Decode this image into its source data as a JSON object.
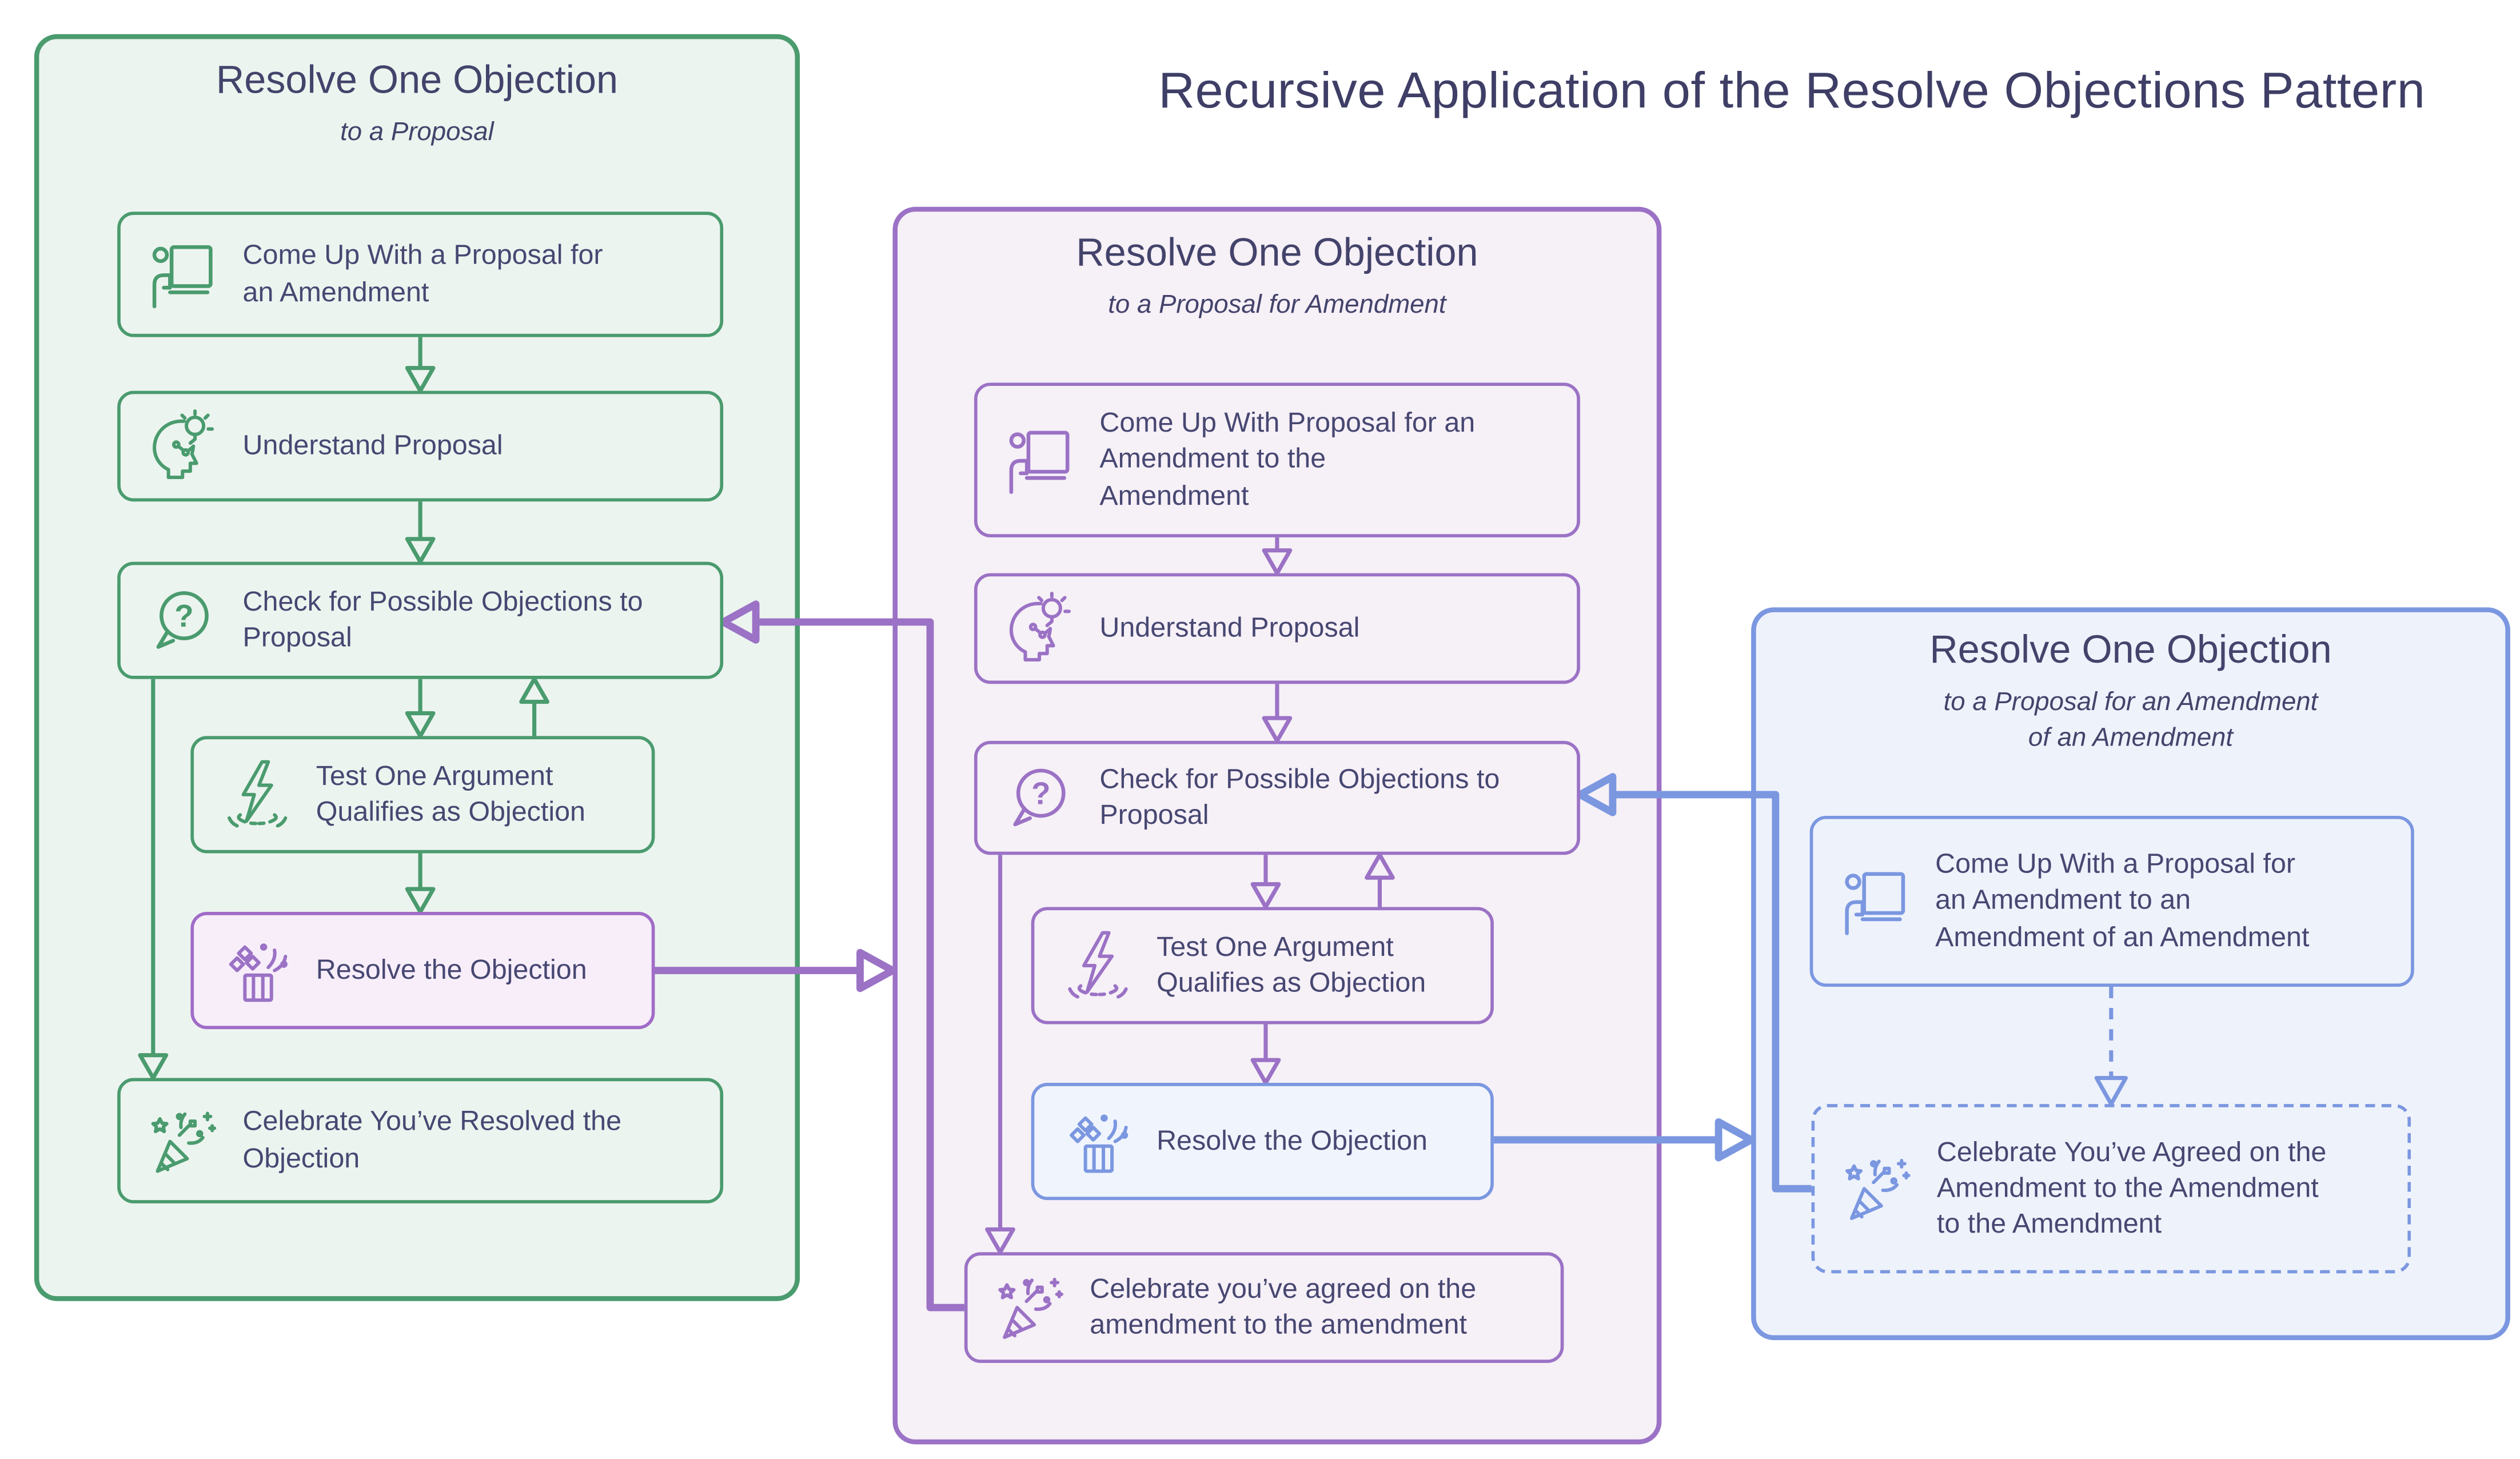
{
  "page_title": "Recursive Application of the Resolve Objections Pattern",
  "colors": {
    "green_accent": "#4a9b6e",
    "green_fill": "#ecf4ef",
    "purple_accent": "#9b72c5",
    "purple_fill": "#f6f0f7",
    "blue_accent": "#7b97e0",
    "blue_fill": "#eef2fb",
    "text": "#474772",
    "heading_text": "#43436b"
  },
  "panels": {
    "proposal": {
      "title": "Resolve One Objection",
      "subtitle": "to a Proposal",
      "steps": {
        "come_up": "Come Up With a Proposal for\nan Amendment",
        "understand": "Understand Proposal",
        "check": "Check for Possible Objections to\nProposal",
        "test": "Test One Argument\nQualifies as Objection",
        "resolve": "Resolve the Objection",
        "celebrate": "Celebrate You’ve Resolved the\nObjection"
      }
    },
    "amendment": {
      "title": "Resolve One Objection",
      "subtitle": "to a Proposal for Amendment",
      "steps": {
        "come_up": "Come Up With Proposal for an\nAmendment to the\nAmendment",
        "understand": "Understand Proposal",
        "check": "Check for Possible Objections to\nProposal",
        "test": "Test One Argument\nQualifies as Objection",
        "resolve": "Resolve the Objection",
        "celebrate": "Celebrate you’ve agreed on the\namendment to the amendment"
      }
    },
    "amendment_of_amendment": {
      "title": "Resolve One Objection",
      "subtitle": "to a Proposal for an Amendment\nof an Amendment",
      "steps": {
        "come_up": "Come Up With a Proposal for\nan Amendment to an\nAmendment of an Amendment",
        "celebrate": "Celebrate You’ve Agreed on the\nAmendment to the Amendment\nto the Amendment"
      }
    }
  }
}
